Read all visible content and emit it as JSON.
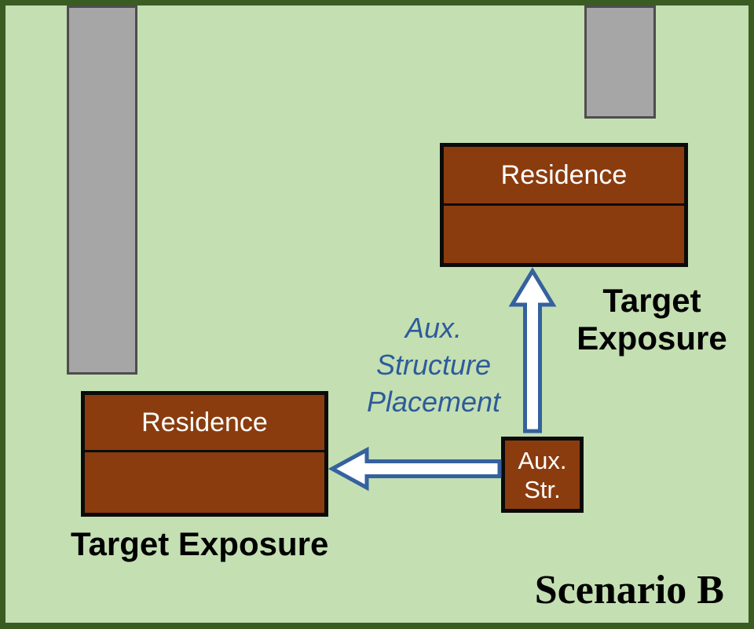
{
  "diagram": {
    "residences": [
      {
        "label": "Residence"
      },
      {
        "label": "Residence"
      }
    ],
    "aux_structure": {
      "line1": "Aux.",
      "line2": "Str."
    },
    "aux_placement_label": {
      "line1": "Aux.",
      "line2": "Structure",
      "line3": "Placement"
    },
    "target_exposure_top": {
      "line1": "Target",
      "line2": "Exposure"
    },
    "target_exposure_bottom": "Target Exposure",
    "scenario_label": "Scenario B"
  },
  "colors": {
    "background": "#c4dfb2",
    "frame_border": "#3a5c22",
    "structure_fill": "#8a3c0e",
    "structure_border": "#0b0b0b",
    "road_fill": "#a6a6a6",
    "road_border": "#4d4d4d",
    "arrow_fill": "#ffffff",
    "arrow_stroke": "#35619e",
    "placement_text": "#2e5b9b",
    "label_text": "#000000",
    "residence_text": "#ffffff"
  }
}
